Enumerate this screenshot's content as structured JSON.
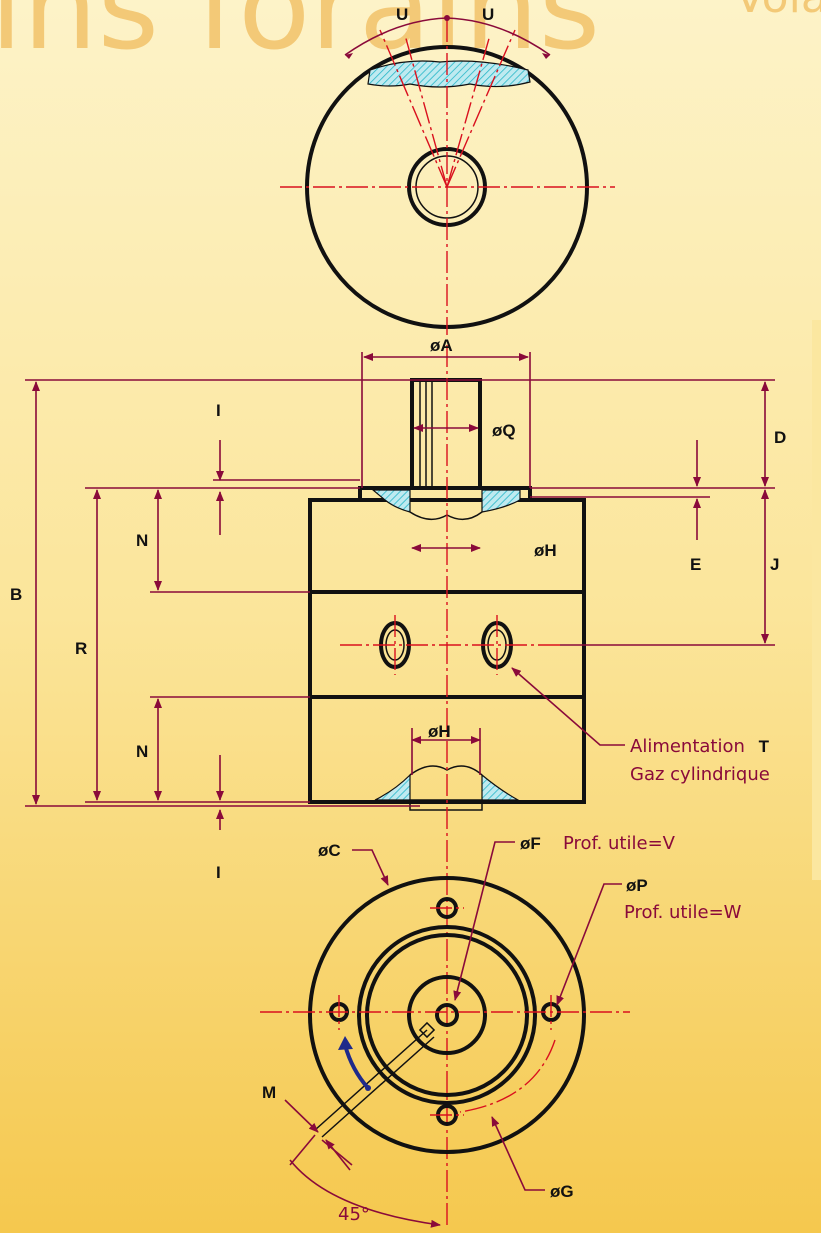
{
  "watermark": {
    "text": "ins forains",
    "corner_text": "Vola"
  },
  "colors": {
    "background_top": "#fdf3c8",
    "background_bottom": "#f5c84e",
    "dimension": "#8a0a3a",
    "centerline": "#d9101e",
    "outline": "#111111",
    "hatch": "#27b7c8",
    "arrow": "#1f2a8a"
  },
  "labels": {
    "U_left": "U",
    "U_right": "U",
    "dia_A": "øA",
    "dia_Q": "øQ",
    "dia_H_top": "øH",
    "dia_H_bottom": "øH",
    "B": "B",
    "D": "D",
    "E": "E",
    "J": "J",
    "R": "R",
    "N_top": "N",
    "N_bottom": "N",
    "I_top": "I",
    "I_bottom": "I",
    "dia_C": "øC",
    "M": "M",
    "angle": "45°",
    "dia_F": "øF",
    "prof_v": "Prof. utile=V",
    "dia_P": "øP",
    "prof_w": "Prof. utile=W",
    "dia_G": "øG"
  },
  "notes": {
    "feed_line1": "Alimentation",
    "feed_T": "T",
    "feed_line2": "Gaz cylindrique"
  }
}
